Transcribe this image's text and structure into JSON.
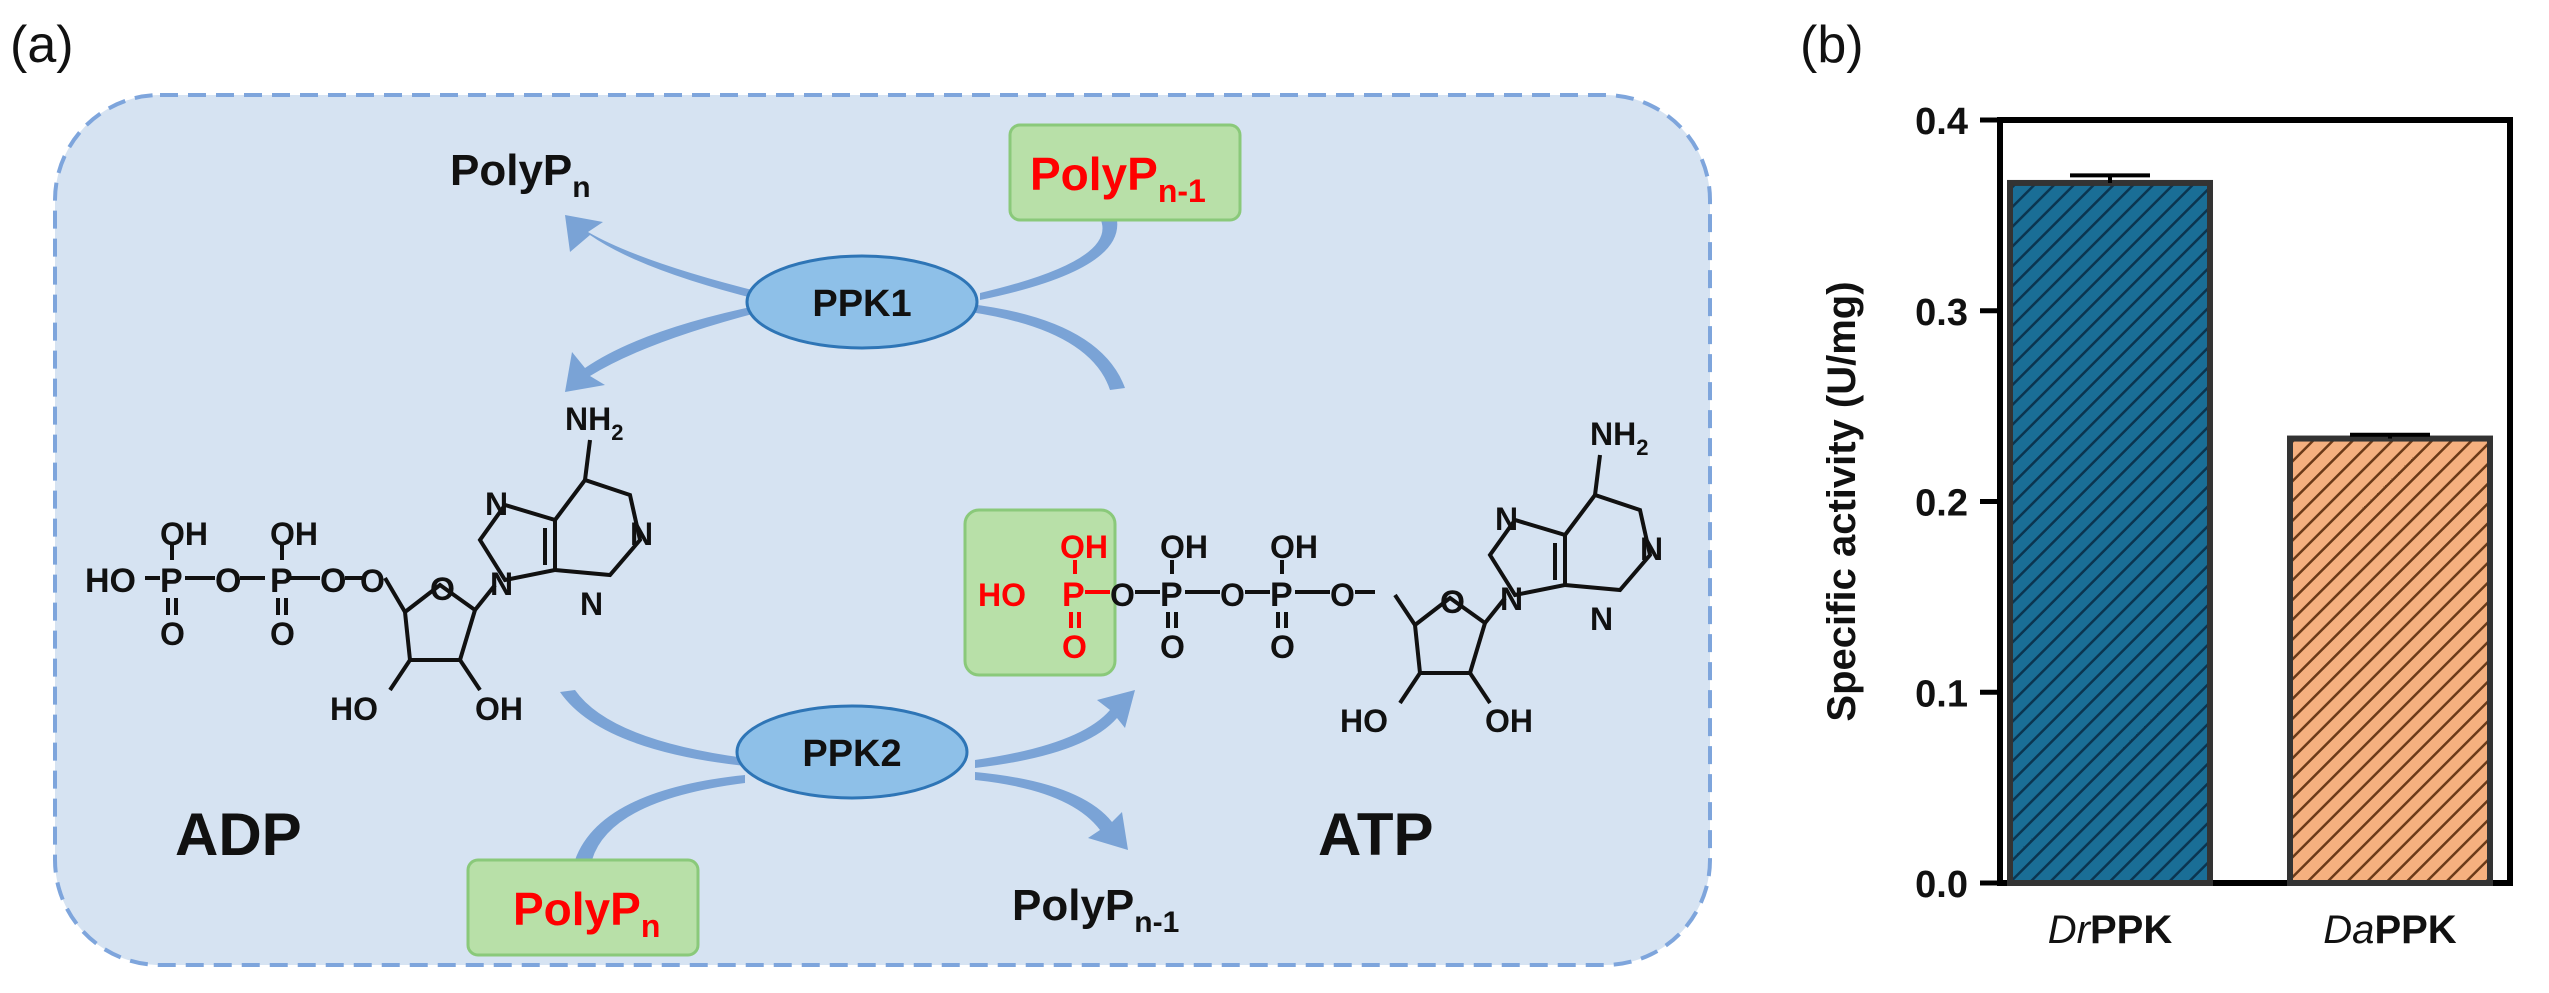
{
  "panel_a": {
    "label": "(a)",
    "polyp_n_top": {
      "base": "PolyP",
      "sub": "n"
    },
    "polyp_n1_top": {
      "base": "PolyP",
      "sub": "n-1"
    },
    "ppk1": "PPK1",
    "ppk2": "PPK2",
    "adp_label": "ADP",
    "atp_label": "ATP",
    "polyp_n_bottom": {
      "base": "PolyP",
      "sub": "n"
    },
    "polyp_n1_bottom": {
      "base": "PolyP",
      "sub": "n-1"
    },
    "chem": {
      "nh2": {
        "base": "NH",
        "sub": "2"
      },
      "oh": "OH",
      "ho": "HO",
      "p": "P",
      "o": "O",
      "n": "N"
    }
  },
  "panel_b": {
    "label": "(b)"
  },
  "colors": {
    "background_box": "#d6e3f2",
    "box_border": "#7ea5dc",
    "enzyme_fill": "#8ec0e8",
    "enzyme_stroke": "#2e75b6",
    "arrow": "#7aa3d6",
    "highlight_fill": "#b8e0a8",
    "highlight_stroke": "#8ac97a",
    "red": "#ff0000",
    "bar_dr": "#1a6e96",
    "bar_da": "#f5b07f"
  },
  "chart_data": {
    "type": "bar",
    "categories": [
      {
        "italic": "Dr",
        "rest": "PPK"
      },
      {
        "italic": "Da",
        "rest": "PPK"
      }
    ],
    "values": [
      0.367,
      0.233
    ],
    "errors": [
      0.004,
      0.002
    ],
    "ylabel": "Specific activity (U/mg)",
    "ylim": [
      0.0,
      0.4
    ],
    "yticks": [
      "0.0",
      "0.1",
      "0.2",
      "0.3",
      "0.4"
    ],
    "grid": false
  }
}
